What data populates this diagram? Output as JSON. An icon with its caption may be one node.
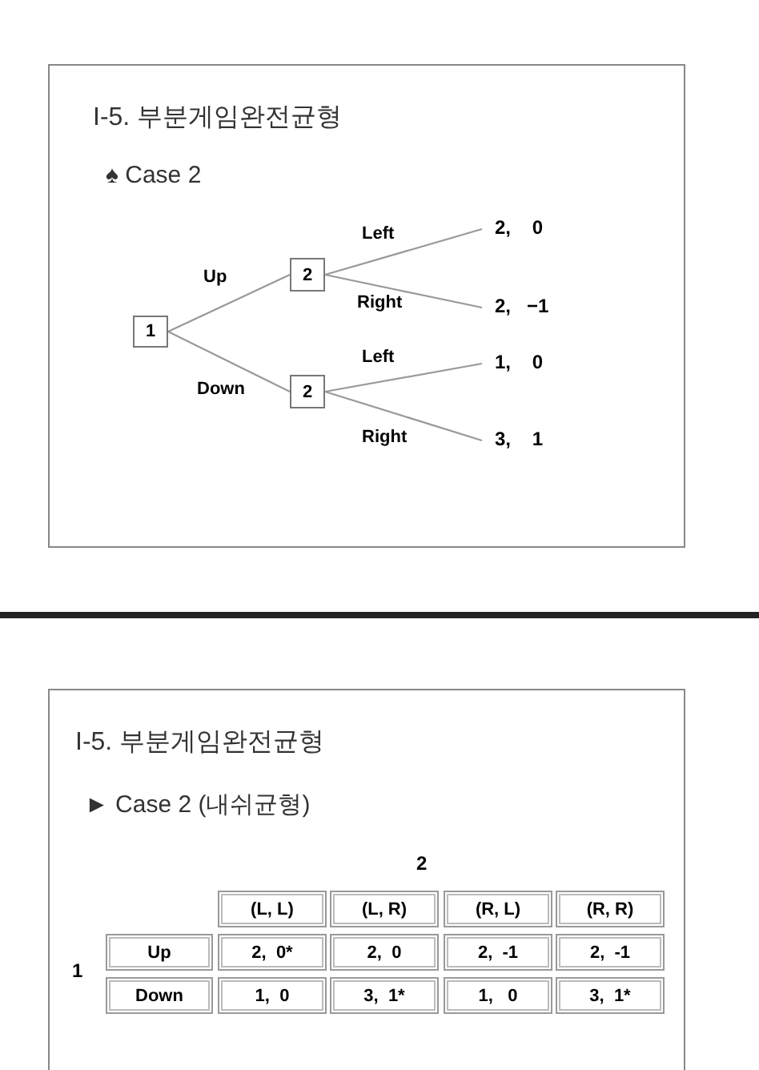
{
  "diagram": {
    "nodes": [
      {
        "text": [
          "I-5. 부분게임완전균형",
          "♠ Case 2"
        ]
      },
      {
        "text": [
          "1"
        ],
        "in": 0
      },
      {
        "text": [
          "2"
        ],
        "in": 0
      },
      {
        "text": [
          "2"
        ],
        "in": 0
      },
      {
        "text": [
          "2,    0"
        ],
        "in": 0
      },
      {
        "text": [
          "2,   −1"
        ],
        "in": 0
      },
      {
        "text": [
          "1,    0"
        ],
        "in": 0
      },
      {
        "text": [
          "3,    1"
        ],
        "in": 0
      },
      {
        "text": [
          "I-5. 부분게임완전균형",
          "► Case 2 (내쉬균형)"
        ]
      }
    ],
    "edges": [
      {
        "from": 1,
        "to": 2,
        "arrow": "none",
        "label": "Up"
      },
      {
        "from": 1,
        "to": 3,
        "arrow": "none",
        "label": "Down"
      },
      {
        "from": 2,
        "to": 4,
        "arrow": "none",
        "label": "Left"
      },
      {
        "from": 2,
        "to": 5,
        "arrow": "none",
        "label": "Right"
      },
      {
        "from": 3,
        "to": 6,
        "arrow": "none",
        "label": "Left"
      },
      {
        "from": 3,
        "to": 7,
        "arrow": "none",
        "label": "Right"
      }
    ],
    "labels": [
      "2",
      "(L, L)",
      "(L, R)",
      "(R, L)",
      "(R, R)",
      "1",
      "Up",
      "2,  0*",
      "2,  0",
      "2,  -1",
      "2,  -1",
      "Down",
      "1,  0",
      "3,  1*",
      "1,   0",
      "3,  1*"
    ]
  }
}
